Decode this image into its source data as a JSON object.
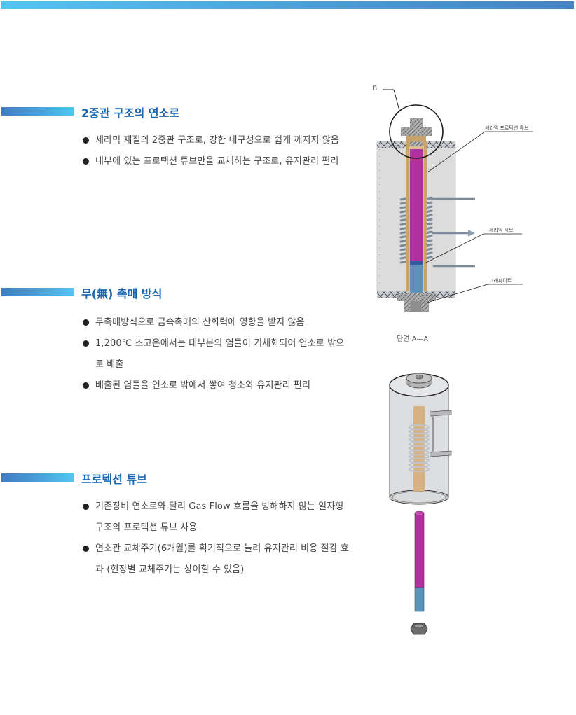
{
  "colors": {
    "heading": "#1a67b1",
    "body_text": "#444444",
    "top_bar_start": "#4fc8f0",
    "top_bar_end": "#4682c0",
    "tube_magenta": "#b0309e",
    "tube_blue": "#5b93b8",
    "ceramic_sleeve": "#c9a36a"
  },
  "sections": [
    {
      "title": "2중관 구조의 연소로",
      "bullets": [
        "세라믹 재질의 2중관 구조로, 강한 내구성으로 쉽게 깨지지 않음",
        "내부에 있는 프로텍션 튜브만을 교체하는 구조로, 유지관리 편리"
      ]
    },
    {
      "title": "무(無) 촉매 방식",
      "bullets": [
        "무촉매방식으로 금속촉매의 산화력에 영향을 받지 않음",
        "1,200℃ 초고온에서는 대부분의 염들이 기체화되어 연소로 밖으로 배출",
        "배출된 염들을 연소로 밖에서 쌓여 청소와 유지관리 편리"
      ]
    },
    {
      "title": "프로텍션 튜브",
      "bullets": [
        "기존장비 연소로와 달리 Gas Flow 흐름을 방해하지 않는 일자형 구조의 프로텍션 튜브 사용",
        "연소관 교체주기(6개월)를 획기적으로 늘려 유지관리 비용 절감 효과 (현장별 교체주기는 상이할 수 있음)"
      ]
    }
  ],
  "diagram": {
    "detail_marker": "B",
    "labels": {
      "protection_tube": "세라믹 프로텍션 튜브",
      "ceramic_sieve": "세라믹 시브",
      "graphite": "그래파이트"
    },
    "caption": "단면 A—A"
  }
}
